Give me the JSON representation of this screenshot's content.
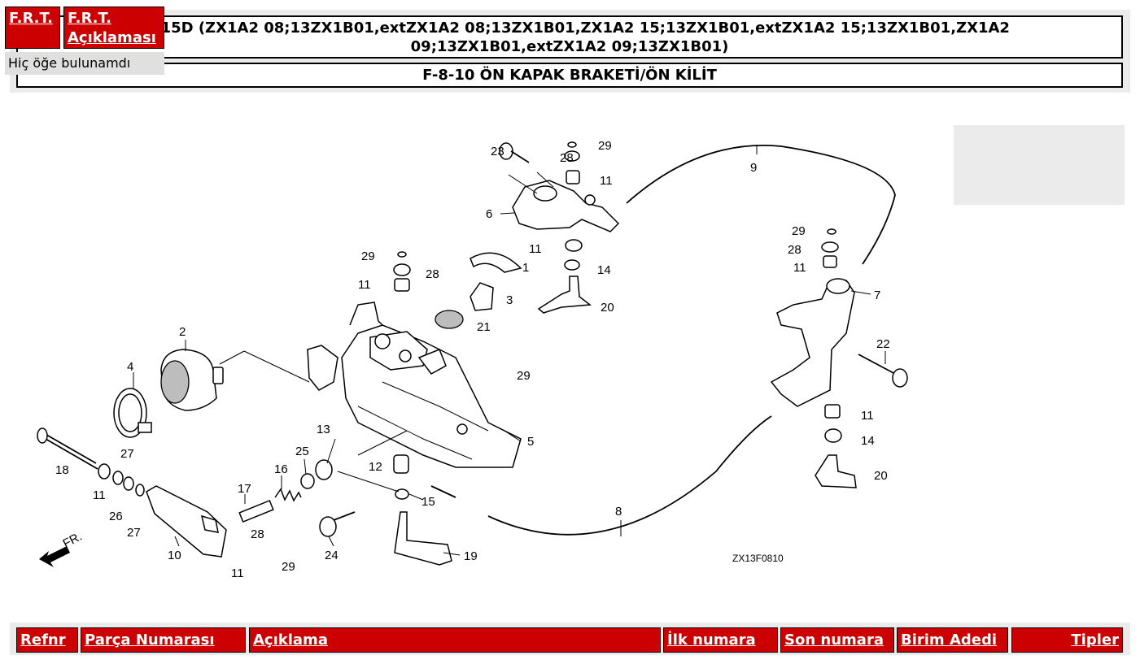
{
  "header": {
    "title": "BF115D (ZX1A2 08;13ZX1B01,extZX1A2 08;13ZX1B01,ZX1A2 15;13ZX1B01,extZX1A2 15;13ZX1B01,ZX1A2 09;13ZX1B01,extZX1A2 09;13ZX1B01)",
    "subtitle": "F-8-10 ÖN KAPAK BRAKETİ/ÖN KİLİT"
  },
  "diagram": {
    "code": "ZX13F0810",
    "direction_label": "FR.",
    "callouts": [
      "1",
      "2",
      "3",
      "4",
      "5",
      "6",
      "7",
      "8",
      "9",
      "10",
      "11",
      "12",
      "13",
      "14",
      "15",
      "16",
      "17",
      "18",
      "19",
      "20",
      "21",
      "22",
      "23",
      "24",
      "25",
      "26",
      "27",
      "28",
      "29"
    ]
  },
  "frt": {
    "code_header": "F.R.T.",
    "desc_header": "F.R.T. Açıklaması",
    "empty_text": "Hiç öğe bulunamdı"
  },
  "parts_table": {
    "columns": [
      "Refnr",
      "Parça Numarası",
      "Açıklama",
      "İlk numara",
      "Son numara",
      "Birim Adedi",
      "Tipler"
    ]
  },
  "colors": {
    "header_bg": "#cc0000",
    "panel_bg": "#ebebeb",
    "border": "#000000"
  }
}
